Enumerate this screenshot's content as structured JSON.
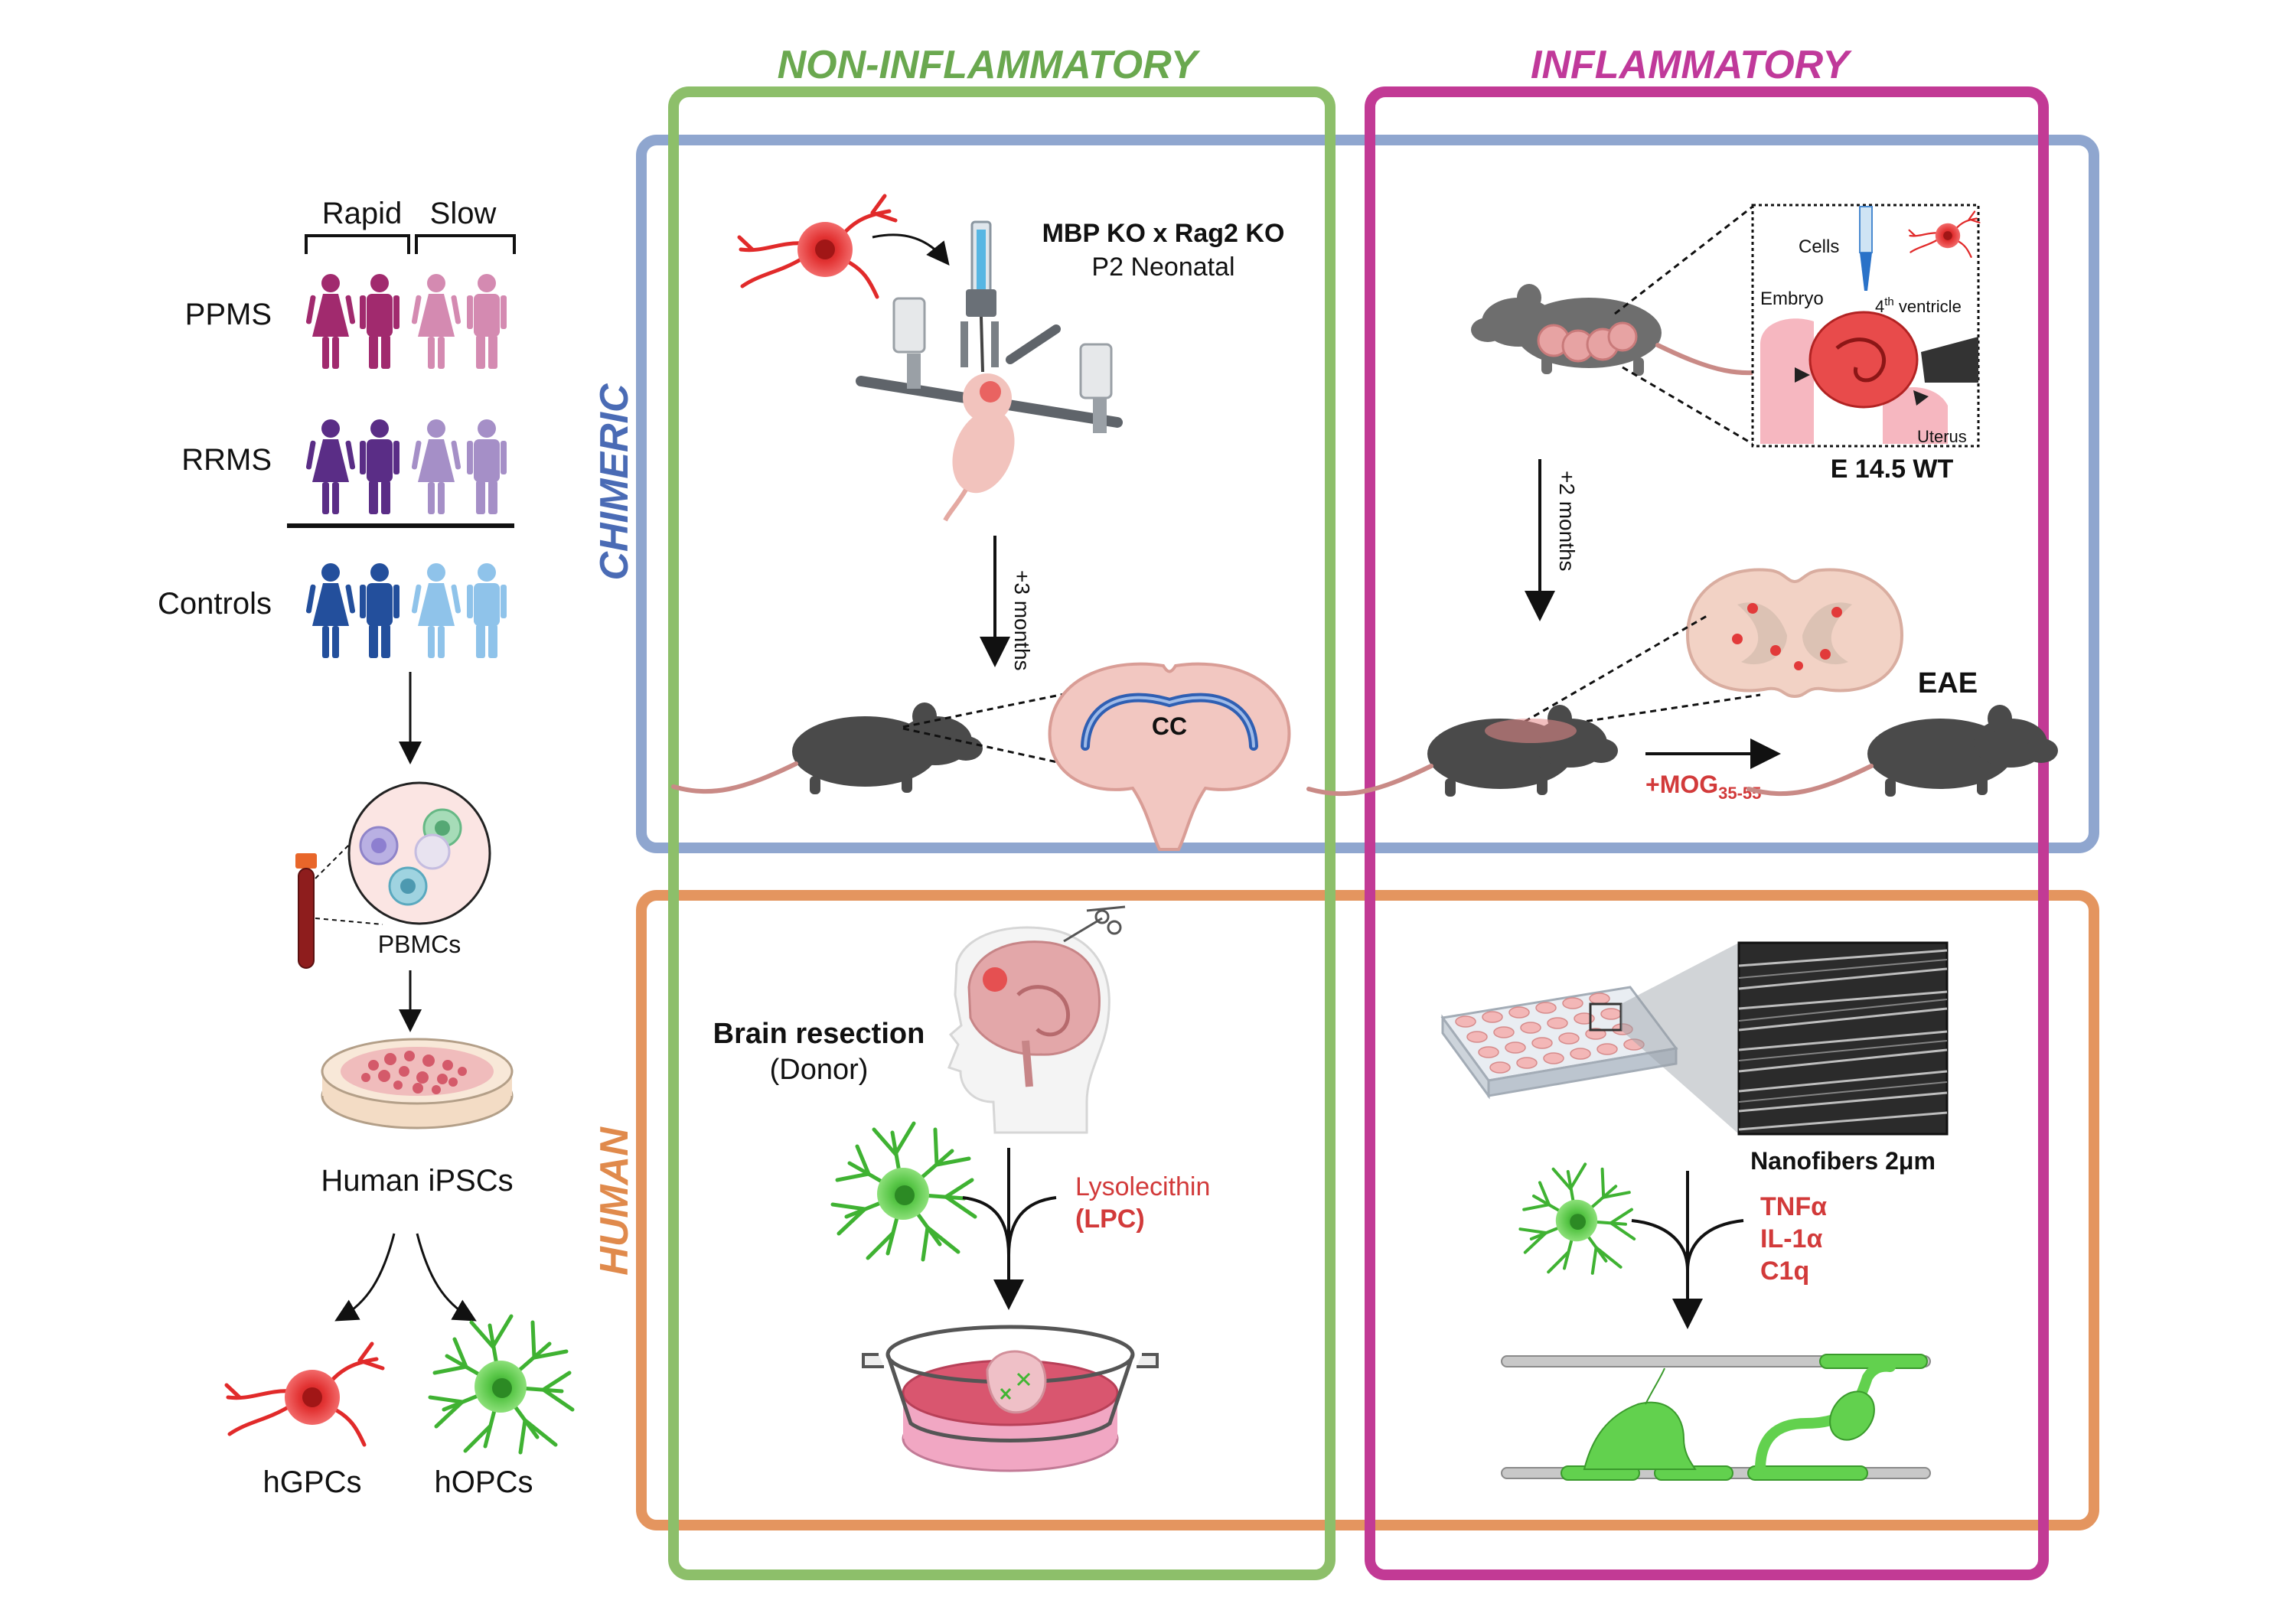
{
  "headers": {
    "non_inflammatory": "NON-INFLAMMATORY",
    "inflammatory": "INFLAMMATORY",
    "chimeric": "CHIMERIC",
    "human": "HUMAN"
  },
  "cohort": {
    "rapid": "Rapid",
    "slow": "Slow",
    "ppms": "PPMS",
    "rrms": "RRMS",
    "controls": "Controls",
    "pbmcs": "PBMCs",
    "ipscs": "Human iPSCs",
    "hgpcs": "hGPCs",
    "hopcs": "hOPCs"
  },
  "chimeric_non_inflammatory": {
    "strain": "MBP KO x Rag2 KO",
    "age": "P2 Neonatal",
    "duration": "+3 months",
    "region": "CC"
  },
  "chimeric_inflammatory": {
    "cells": "Cells",
    "embryo": "Embryo",
    "ventricle_num": "4",
    "ventricle_sup": "th",
    "ventricle": " ventricle",
    "uterus": "Uterus",
    "stage": "E 14.5 WT",
    "duration": "+2 months",
    "eae": "EAE",
    "mog": "+MOG",
    "mog_sub": "35-55"
  },
  "human_non_inflammatory": {
    "resection": "Brain resection",
    "donor": "(Donor)",
    "lysolecithin": "Lysolecithin",
    "lpc": "(LPC)"
  },
  "human_inflammatory": {
    "nanofibers": "Nanofibers 2μm",
    "tnf": "TNFα",
    "il1": "IL-1α",
    "c1q": "C1q"
  },
  "colors": {
    "green_frame": "#8dbf6a",
    "magenta_frame": "#c23a95",
    "blue_frame": "#8fa6cf",
    "orange_frame": "#e4955f",
    "green_text": "#6aa84f",
    "magenta_text": "#c0399a",
    "blue_text": "#4a6bb5",
    "orange_text": "#e08a4c",
    "red_text": "#d23a3a",
    "ppms": "#a12a6e",
    "ppms_light": "#d48ab1",
    "rrms": "#5a2d86",
    "rrms_light": "#a58fc7",
    "controls": "#234f9c",
    "controls_light": "#8fc3ea"
  }
}
